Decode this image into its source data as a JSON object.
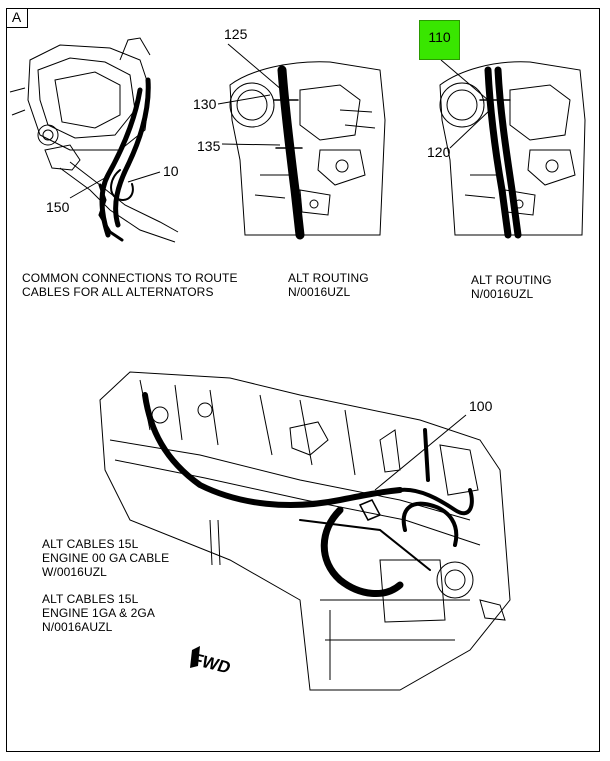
{
  "panel_label": "A",
  "callouts": {
    "c125": "125",
    "c130": "130",
    "c135": "135",
    "c10": "10",
    "c150": "150",
    "c110": "110",
    "c120": "120",
    "c100": "100"
  },
  "captions": {
    "common": "COMMON CONNECTIONS TO ROUTE\nCABLES FOR ALL ALTERNATORS",
    "alt_routing_1": "ALT ROUTING\nN/0016UZL",
    "alt_routing_2": "ALT ROUTING\nN/0016UZL",
    "cables_00ga": "ALT CABLES 15L\nENGINE 00 GA CABLE\nW/0016UZL",
    "cables_1ga": "ALT CABLES 15L\nENGINE 1GA & 2GA\nN/0016AUZL"
  },
  "direction_label": "FWD",
  "colors": {
    "highlight": "#39e600",
    "line": "#000000"
  }
}
